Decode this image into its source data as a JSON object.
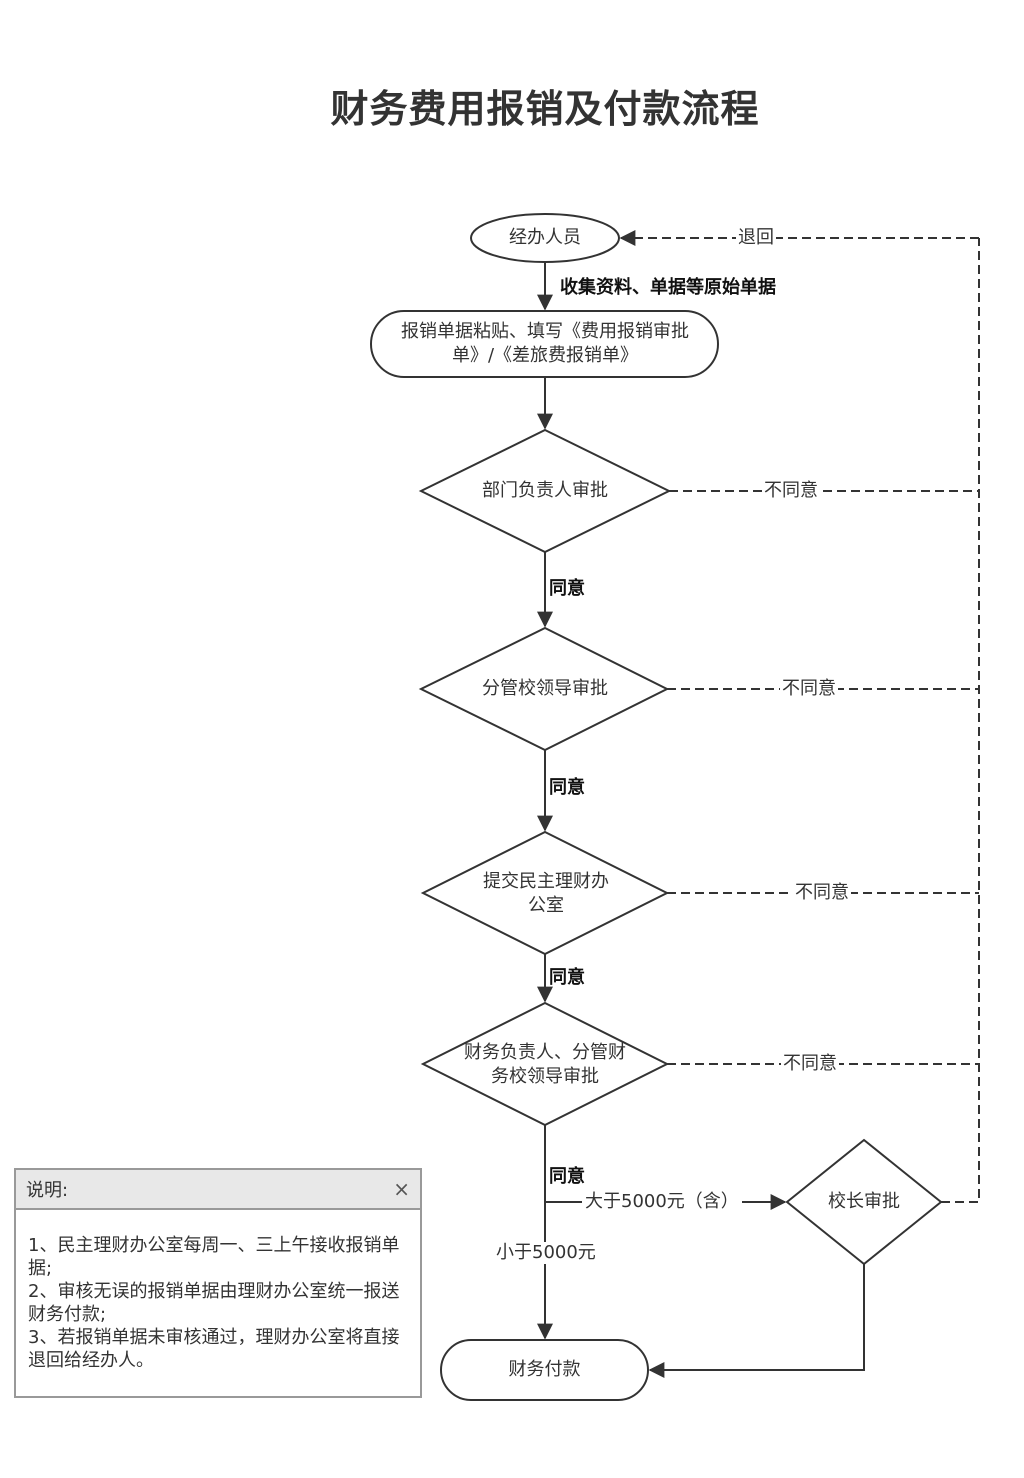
{
  "title": "财务费用报销及付款流程",
  "nodes": {
    "start": "经办人员",
    "fill": "报销单据粘贴、填写《费用报销审批单》/《差旅费报销单》",
    "dept": "部门负责人审批",
    "leader": "分管校领导审批",
    "office": "提交民主理财办公室",
    "finance": "财务负责人、分管财务校领导审批",
    "president": "校长审批",
    "pay": "财务付款"
  },
  "labels": {
    "collect": "收集资料、单据等原始单据",
    "return": "退回",
    "disagree1": "不同意",
    "disagree2": "不同意",
    "disagree3": "不同意",
    "disagree4": "不同意",
    "agree1": "同意",
    "agree2": "同意",
    "agree3": "同意",
    "agree4": "同意",
    "over5000": "大于5000元（含）",
    "under5000": "小于5000元"
  },
  "note": {
    "header": "说明:",
    "close": "×",
    "items": [
      "1、民主理财办公室每周一、三上午接收报销单据;",
      "2、审核无误的报销单据由理财办公室统一报送财务付款;",
      "3、若报销单据未审核通过，理财办公室将直接退回给经办人。"
    ]
  }
}
